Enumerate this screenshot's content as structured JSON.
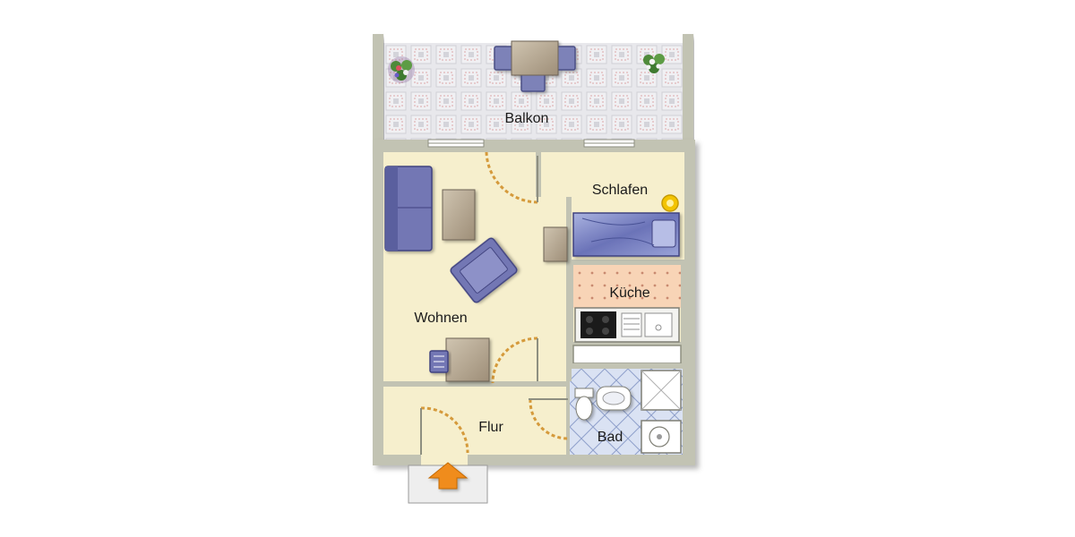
{
  "rooms": {
    "balkon": "Balkon",
    "schlafen": "Schlafen",
    "kueche": "Küche",
    "wohnen": "Wohnen",
    "flur": "Flur",
    "bad": "Bad"
  },
  "icons": {
    "entrance": "entrance-arrow-icon",
    "plants": "flower-plant-icon",
    "lamp": "lamp-icon"
  },
  "colors": {
    "wall": "#c2c3b3",
    "floor": "#f6efcd",
    "kitchen_floor": "#f8d4b6",
    "bath_floor": "#d8e0f2",
    "balcony_floor": "#e9e9ec",
    "furniture_blue": "#7377b4",
    "door_arc": "#d59a3b",
    "entrance_arrow": "#f08c1c"
  }
}
